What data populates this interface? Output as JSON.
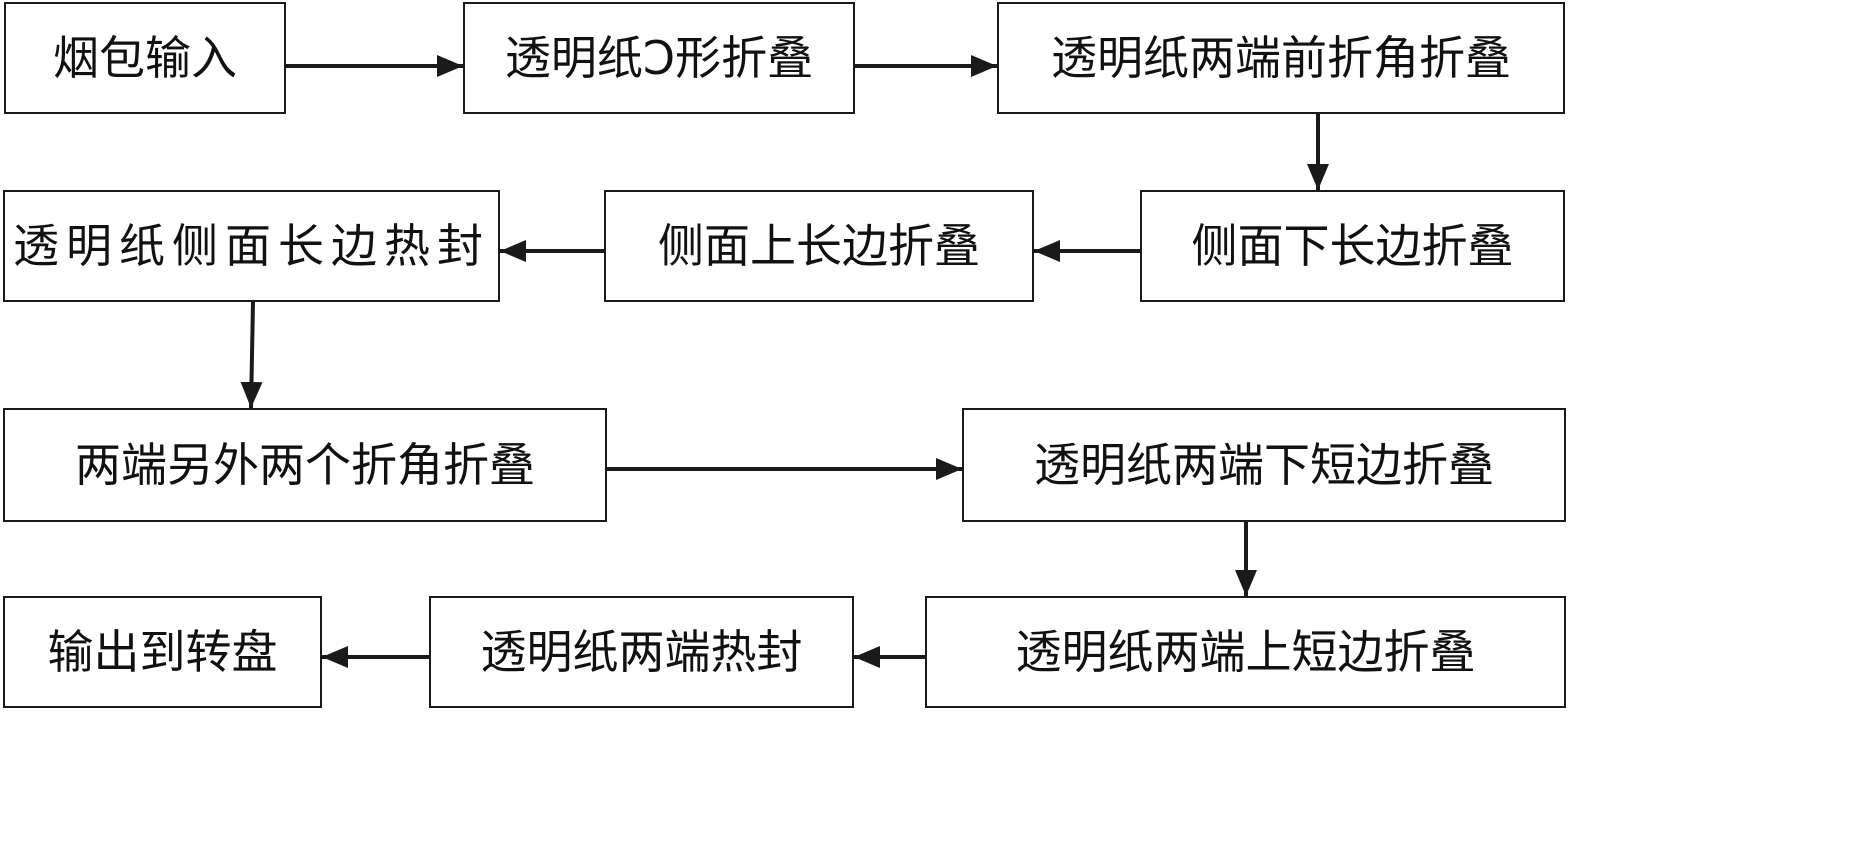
{
  "steps": {
    "s1": "烟包输入",
    "s2": "透明纸Ↄ形折叠",
    "s3": "透明纸两端前折角折叠",
    "s4": "侧面下长边折叠",
    "s5": "侧面上长边折叠",
    "s6": "透明纸侧面长边热封",
    "s7": "两端另外两个折角折叠",
    "s8": "透明纸两端下短边折叠",
    "s9": "透明纸两端上短边折叠",
    "s10": "透明纸两端热封",
    "s11": "输出到转盘"
  },
  "colors": {
    "line": "#1a1a1a",
    "text": "#111111",
    "box_border": "#1a1a1a"
  }
}
